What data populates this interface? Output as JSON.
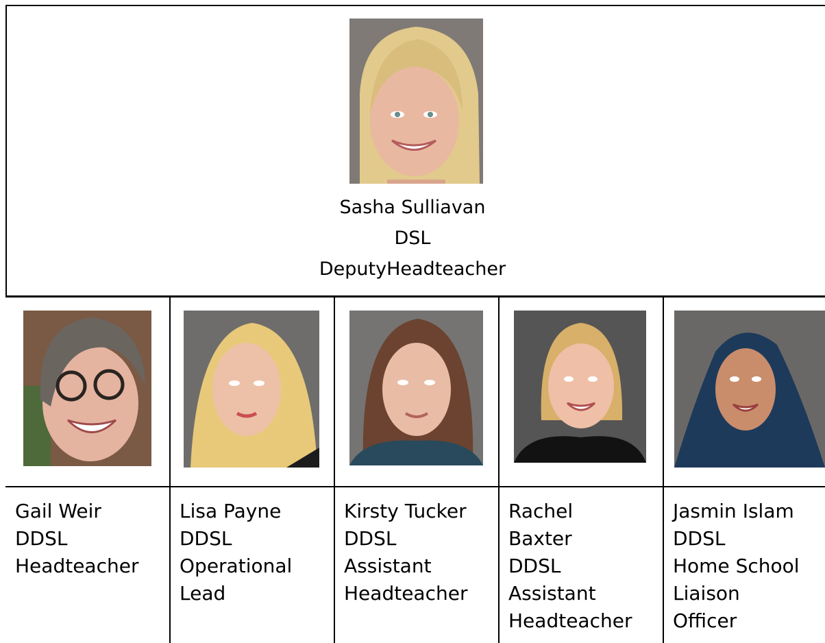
{
  "lead": {
    "name": "Sasha Sulliavan",
    "role": "DSL",
    "title": "DeputyHeadteacher",
    "photo_icon": "portrait-photo"
  },
  "staff": [
    {
      "lines": [
        "Gail Weir",
        "DDSL",
        "Headteacher"
      ],
      "photo_icon": "portrait-photo"
    },
    {
      "lines": [
        "Lisa Payne",
        "DDSL",
        "Operational",
        "Lead"
      ],
      "photo_icon": "portrait-photo"
    },
    {
      "lines": [
        "Kirsty Tucker",
        "DDSL",
        "Assistant",
        "Headteacher"
      ],
      "photo_icon": "portrait-photo"
    },
    {
      "lines": [
        "Rachel",
        "Baxter",
        "DDSL",
        "Assistant",
        "Headteacher"
      ],
      "photo_icon": "portrait-photo"
    },
    {
      "lines": [
        "Jasmin Islam",
        "DDSL",
        "Home School",
        "Liaison",
        "Officer"
      ],
      "photo_icon": "portrait-photo"
    }
  ]
}
